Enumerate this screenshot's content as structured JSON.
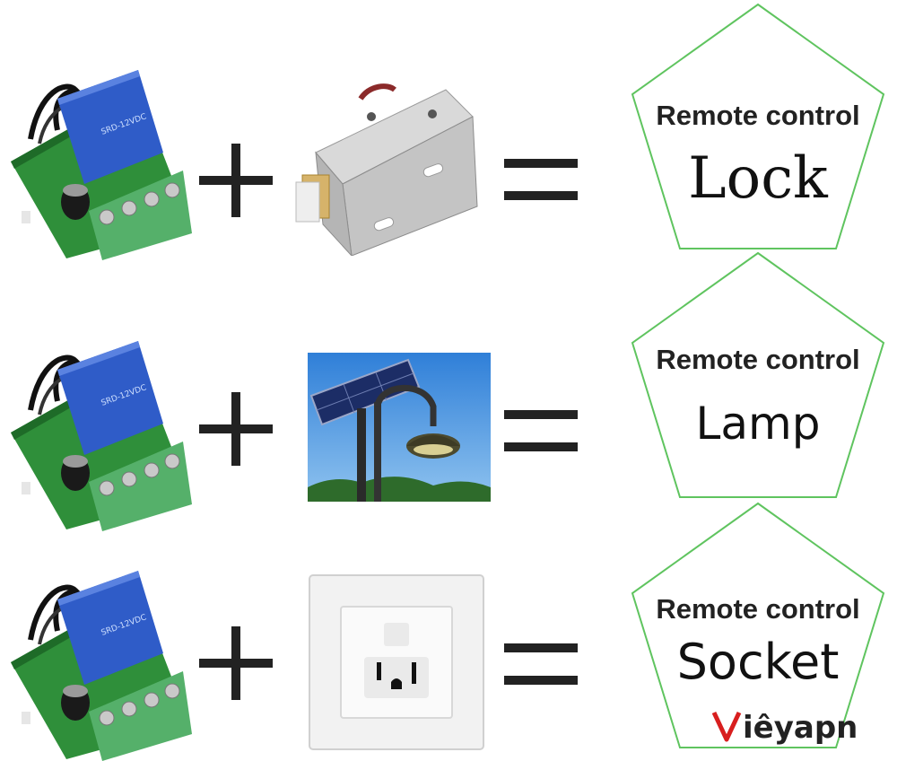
{
  "colors": {
    "pentagon_stroke": "#5fc45f",
    "pcb_green": "#2f8f3a",
    "relay_blue": "#2f5cc8",
    "terminal_green": "#55b06a",
    "watermark_red": "#d81e1e"
  },
  "rows": [
    {
      "device_icon": "electric-lock",
      "title": "Remote control",
      "label": "Lock"
    },
    {
      "device_icon": "solar-street-lamp",
      "title": "Remote control",
      "label": "Lamp"
    },
    {
      "device_icon": "wall-socket",
      "title": "Remote control",
      "label": "Socket"
    }
  ],
  "watermark": {
    "text": "Vieyapn"
  }
}
